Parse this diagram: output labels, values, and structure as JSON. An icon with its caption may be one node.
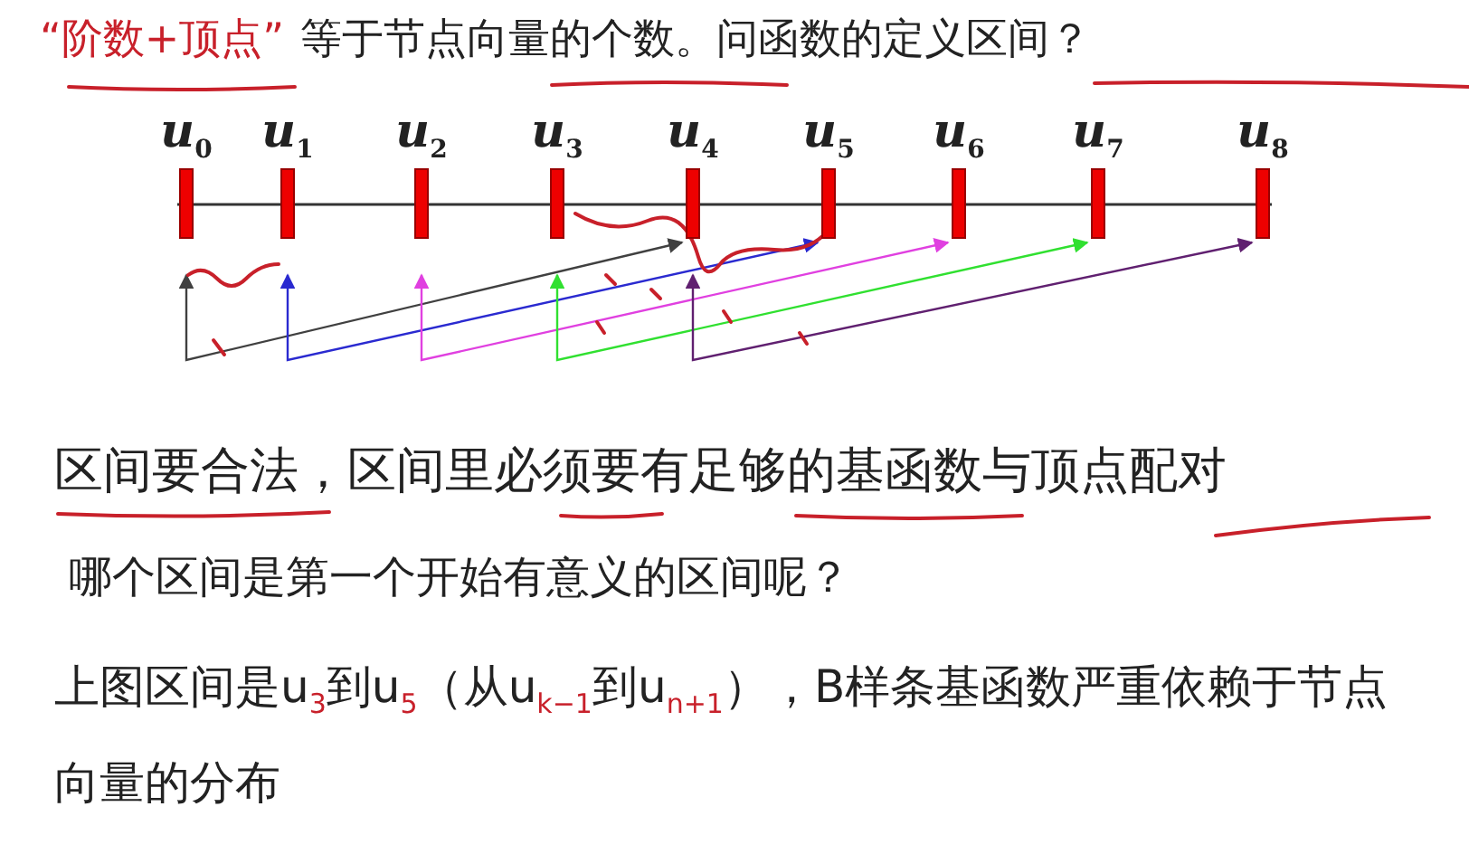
{
  "diagram": {
    "nodes": [
      {
        "text": [
          "u$_{0}$"
        ]
      },
      {
        "text": [
          "u$_{1}$"
        ]
      },
      {
        "text": [
          "u$_{2}$"
        ]
      },
      {
        "text": [
          "u$_{3}$"
        ]
      },
      {
        "text": [
          "u$_{4}$"
        ]
      },
      {
        "text": [
          "u$_{5}$"
        ]
      },
      {
        "text": [
          "u$_{6}$"
        ]
      },
      {
        "text": [
          "u$_{7}$"
        ]
      },
      {
        "text": [
          "u$_{8}$"
        ]
      }
    ],
    "edges": [
      {
        "from": 0,
        "to": 4,
        "arrow": "both",
        "color": "#404040"
      },
      {
        "from": 1,
        "to": 5,
        "arrow": "both",
        "color": "#2a2ad0"
      },
      {
        "from": 2,
        "to": 6,
        "arrow": "both",
        "color": "#e040e0"
      },
      {
        "from": 3,
        "to": 7,
        "arrow": "both",
        "color": "#30e030"
      },
      {
        "from": 4,
        "to": 8,
        "arrow": "both",
        "color": "#602070"
      }
    ],
    "labels": [
      "“阶数+顶点”",
      "等于节点向量的个数。问函数的定义区间？",
      "区间要合法，区间里必须要有足够的基函数与顶点配对",
      "哪个区间是第一个开始有意义的区间呢？",
      "上图区间是u$_{3}$到u$_{5}$（从u$_{k−1}$到u$_{n+1}$），B样条基函数严重依赖于节点向量的分布"
    ]
  }
}
